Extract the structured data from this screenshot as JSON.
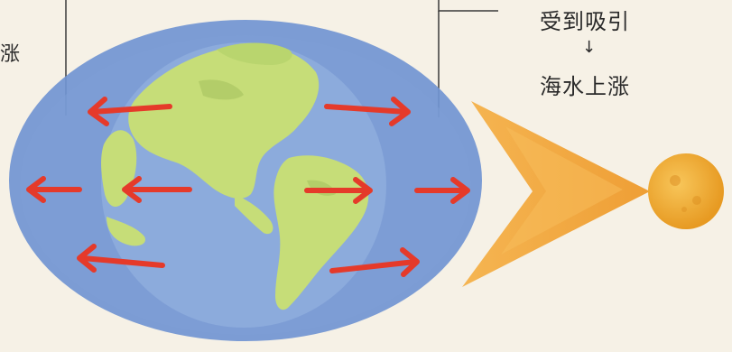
{
  "labels": {
    "attracted": "受到吸引",
    "arrow_down": "↓",
    "sea_rise": "海水上涨",
    "left_edge_fragment": "涨"
  },
  "colors": {
    "background": "#f6f1e6",
    "ocean_bulge": "#6f8fcf",
    "earth_ocean": "#86a9da",
    "land": "#c7de7a",
    "arrow": "#e63b2a",
    "moon_pull_arrow": "#f0a43a",
    "moon": "#f2b03a",
    "leader_line": "#3a3a3a"
  },
  "icons": {
    "tidal_force_arrows": "red-arrow-icon",
    "gravity_pull": "chevron-arrow-icon",
    "moon": "moon-icon",
    "earth": "earth-icon"
  }
}
